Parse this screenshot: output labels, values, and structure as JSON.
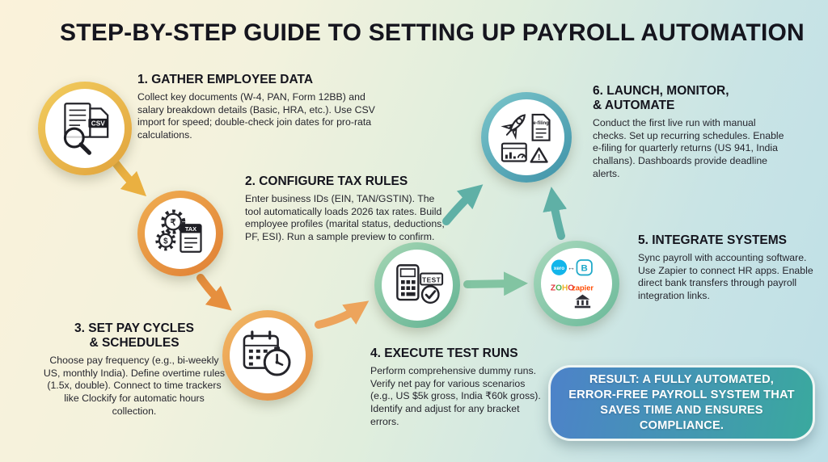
{
  "title": "STEP-BY-STEP GUIDE TO SETTING UP PAYROLL AUTOMATION",
  "steps": [
    {
      "heading": "1. GATHER EMPLOYEE DATA",
      "body": "Collect key documents (W-4, PAN, Form 12BB) and salary breakdown details (Basic, HRA, etc.). Use CSV import for speed; double-check join dates for pro-rata calculations.",
      "icon": "documents-magnifier-csv-icon",
      "accent": "#e7a83e"
    },
    {
      "heading": "2. CONFIGURE TAX RULES",
      "body": "Enter business IDs (EIN, TAN/GSTIN). The tool automatically loads 2026 tax rates. Build employee profiles (marital status, deductions, PF, ESI). Run a sample preview to confirm.",
      "icon": "gears-tax-document-icon",
      "accent": "#e58a3b"
    },
    {
      "heading": "3. SET PAY CYCLES & SCHEDULES",
      "heading_lines": [
        "3. SET PAY CYCLES",
        "& SCHEDULES"
      ],
      "body": "Choose pay frequency (e.g., bi-weekly US, monthly India). Define overtime rules (1.5x, double). Connect to time trackers like Clockify for automatic hours collection.",
      "icon": "calendar-stopwatch-icon",
      "accent": "#e9994f"
    },
    {
      "heading": "4. EXECUTE TEST RUNS",
      "body": "Perform comprehensive dummy runs. Verify net pay for various scenarios (e.g., US $5k gross, India ₹60k gross). Identify and adjust for any bracket errors.",
      "icon": "calculator-test-check-icon",
      "accent": "#74bd9c"
    },
    {
      "heading": "5. INTEGRATE SYSTEMS",
      "body": "Sync payroll with accounting software. Use Zapier to connect HR apps. Enable direct bank transfers through payroll integration links.",
      "icon": "integration-logos-icon",
      "accent": "#79c0a0"
    },
    {
      "heading": "6. LAUNCH, MONITOR, & AUTOMATE",
      "heading_lines": [
        "6. LAUNCH, MONITOR,",
        "& AUTOMATE"
      ],
      "body": "Conduct the first live run with manual checks. Set up recurring schedules. Enable e-filing for quarterly returns (US 941, India challans). Dashboards provide deadline alerts.",
      "icon": "rocket-efiling-dashboard-icon",
      "accent": "#4798ab"
    }
  ],
  "icon_text": {
    "csv": "CSV",
    "tax": "TAX",
    "test": "TEST",
    "efiling": "e-filing",
    "rupee": "₹",
    "dollar": "$",
    "warning": "!",
    "xero": "xero",
    "sync_arrows": "↔",
    "b_logo": "B",
    "zoho": [
      "Z",
      "O",
      "H",
      "O"
    ],
    "zapier": "zapier"
  },
  "result": {
    "text": "RESULT: A FULLY AUTOMATED, ERROR-FREE PAYROLL SYSTEM THAT SAVES TIME AND ENSURES COMPLIANCE."
  },
  "colors": {
    "background_left": "#fbf2da",
    "background_right": "#bedfe7",
    "title_text": "#15151e",
    "body_text": "#26262e",
    "result_gradient": [
      "#4d82c9",
      "#3aa99e"
    ],
    "arrow_gold": "#eab041",
    "arrow_orange": "#e68f3e",
    "arrow_peach": "#eda45c",
    "arrow_green": "#82c4a2",
    "arrow_teal": "#5fb0a6",
    "xero_blue": "#13b5ea",
    "zapier_orange": "#ff4a00",
    "zoho_letters": [
      "#e0393e",
      "#4caf50",
      "#f0b429",
      "#e0393e"
    ],
    "b_logo_teal": "#1fa9c9"
  }
}
